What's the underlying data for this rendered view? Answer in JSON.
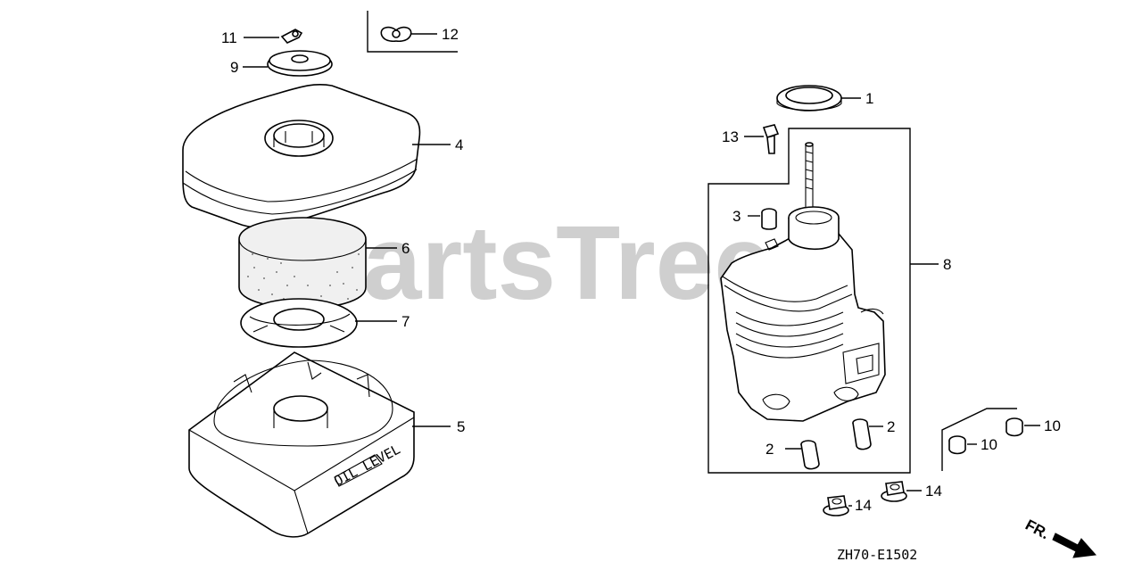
{
  "watermark": "PartsTree",
  "diagram_code": "ZH70-E1502",
  "direction_label": "FR.",
  "callouts": {
    "c11": "11",
    "c12": "12",
    "c9": "9",
    "c4": "4",
    "c6": "6",
    "c7": "7",
    "c5": "5",
    "c1": "1",
    "c13": "13",
    "c3": "3",
    "c8": "8",
    "c2a": "2",
    "c2b": "2",
    "c10a": "10",
    "c10b": "10",
    "c14a": "14",
    "c14b": "14"
  },
  "case_label": "OIL LEVEL"
}
